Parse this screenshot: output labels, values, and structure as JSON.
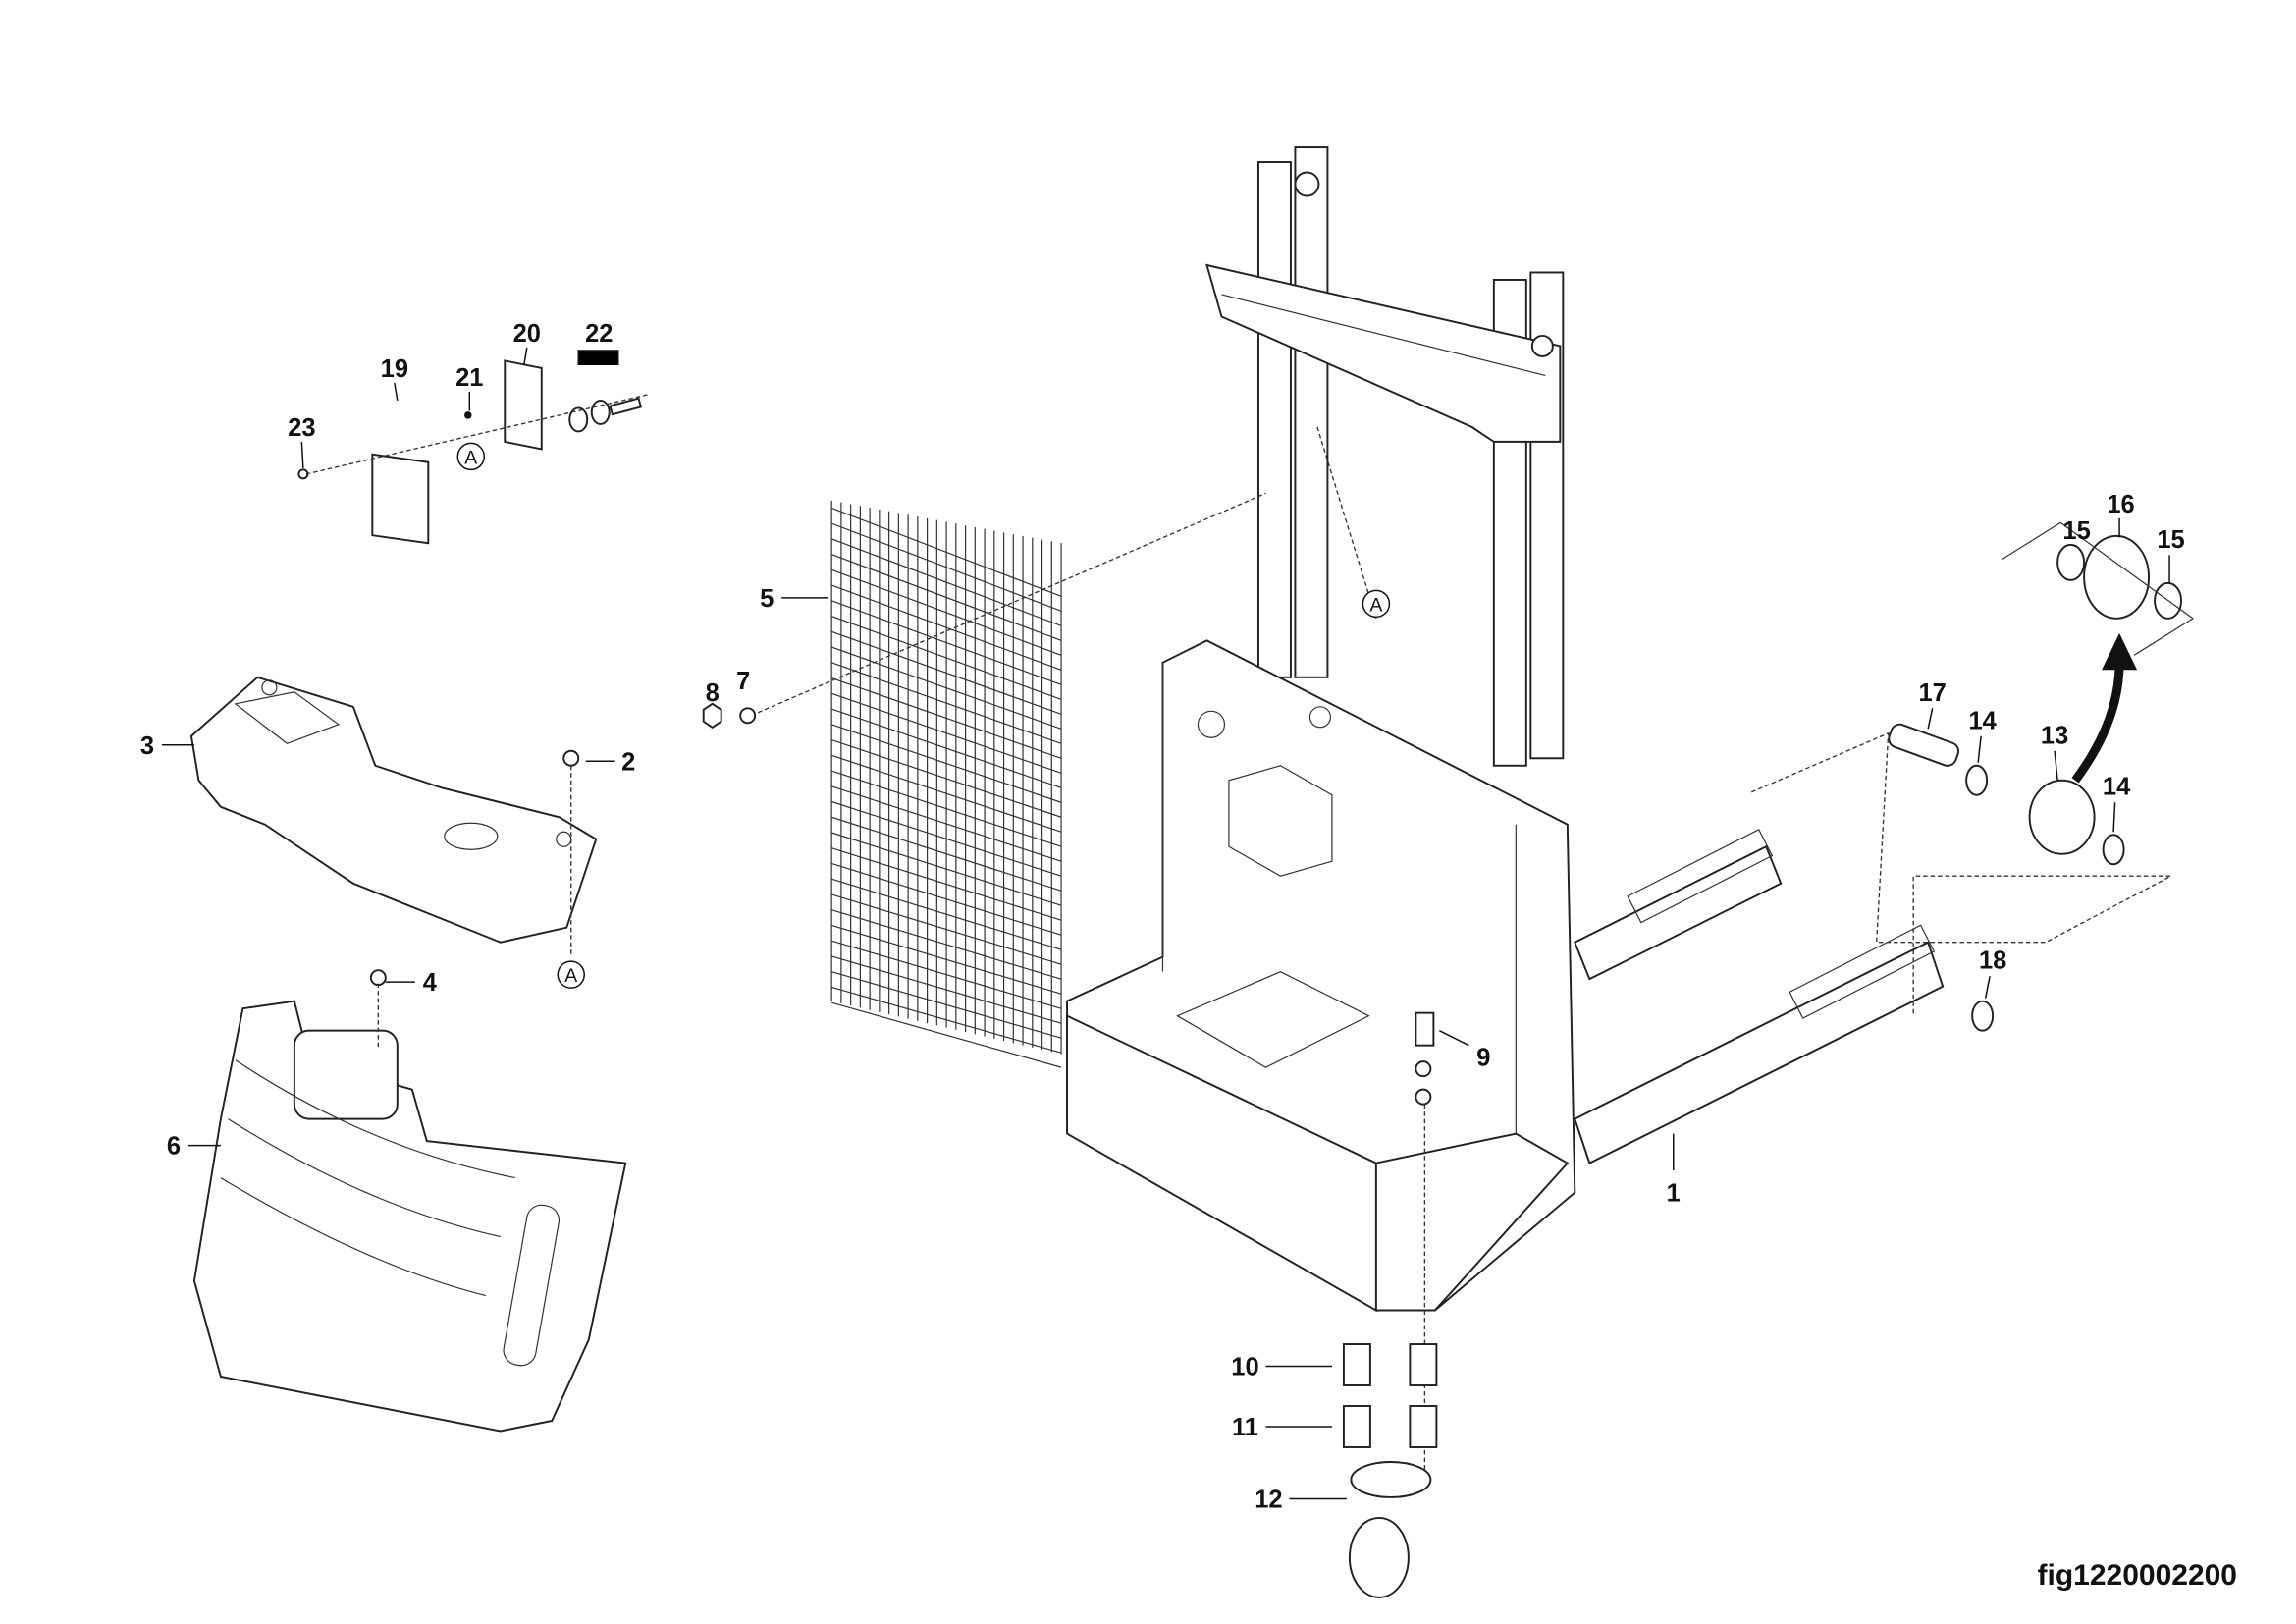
{
  "figure_id": "fig1220002200",
  "callouts": [
    "1",
    "2",
    "3",
    "4",
    "5",
    "6",
    "7",
    "8",
    "9",
    "10",
    "11",
    "12",
    "13",
    "14",
    "14",
    "15",
    "15",
    "16",
    "17",
    "18",
    "19",
    "20",
    "21",
    "22",
    "23"
  ],
  "reference_marks": [
    "A",
    "A",
    "A"
  ]
}
